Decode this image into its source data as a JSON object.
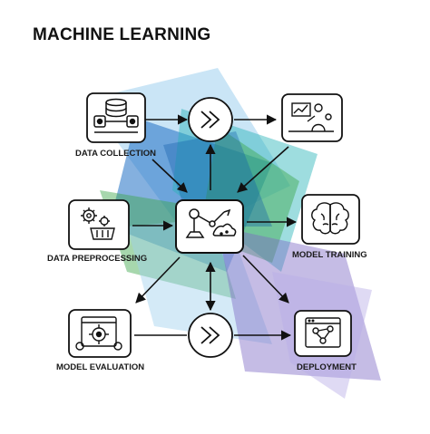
{
  "title": "MACHINE LEARNING",
  "nodes": {
    "data_collection": "DATA COLLECTION",
    "data_preprocessing": "DATA PREPROCESSING",
    "model_training": "MODEL TRAINING",
    "model_evaluation": "MODEL EVALUATION",
    "deployment": "DEPLOYMENT"
  },
  "icons": {
    "data_collection": "database-robot-icon",
    "analysis": "chart-person-icon",
    "data_preprocessing": "gears-basket-icon",
    "core": "robot-arm-icon",
    "model_training": "brain-icon",
    "model_evaluation": "target-window-icon",
    "deployment": "network-window-icon",
    "flow": "double-chevron-icon"
  },
  "colors": {
    "stroke": "#111111",
    "blue": "#1f6fc4",
    "green": "#3ca64a",
    "teal": "#27b3b8",
    "purple": "#7f6bc6",
    "light_blue": "#9fd0ee"
  }
}
